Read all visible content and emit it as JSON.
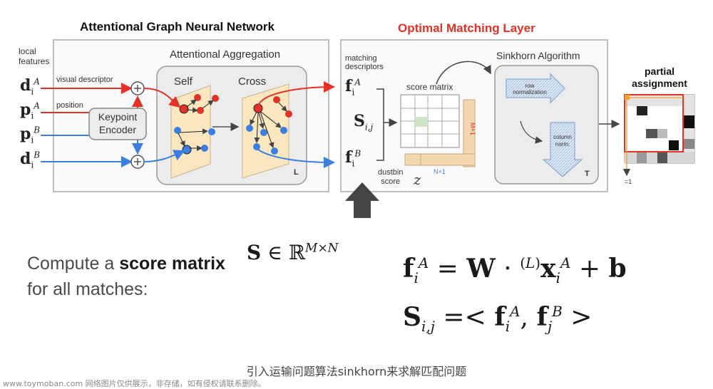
{
  "gnn": {
    "title": "Attentional Graph Neural Network",
    "local_features_line1": "local",
    "local_features_line2": "features",
    "visual_descriptor": "visual descriptor",
    "position": "position",
    "keypoint_encoder_line1": "Keypoint",
    "keypoint_encoder_line2": "Encoder",
    "aggregation_title": "Attentional Aggregation",
    "self": "Self",
    "cross": "Cross",
    "layers": "L"
  },
  "oml": {
    "title": "Optimal Matching Layer",
    "matching_descriptors_line1": "matching",
    "matching_descriptors_line2": "descriptors",
    "score_matrix": "score matrix",
    "dustbin_line1": "dustbin",
    "dustbin_line2": "score",
    "z": "z",
    "n_plus_1": "N+1",
    "m_plus_1": "M+1",
    "sinkhorn_title": "Sinkhorn Algorithm",
    "row_norm_line1": "row",
    "row_norm_line2": "normalization",
    "col_norm_line1": "column",
    "col_norm_line2": "norm.",
    "iterations": "T"
  },
  "partial": {
    "title_line1": "partial",
    "title_line2": "assignment",
    "eq1": "=1"
  },
  "text": {
    "line1_prefix": "Compute a ",
    "line1_bold": "score matrix",
    "line2": "for all matches:"
  },
  "caption": "引入运输问题算法sinkhorn来求解匹配问题",
  "watermark": "www.toymoban.com 网络图片仅供展示，非存储，如有侵权请联系删除。",
  "colors": {
    "red": "#e53228",
    "blue": "#3b7fe0",
    "panel": "#f2efe4",
    "tan": "#f2d7b0",
    "arrow": "#555555"
  }
}
